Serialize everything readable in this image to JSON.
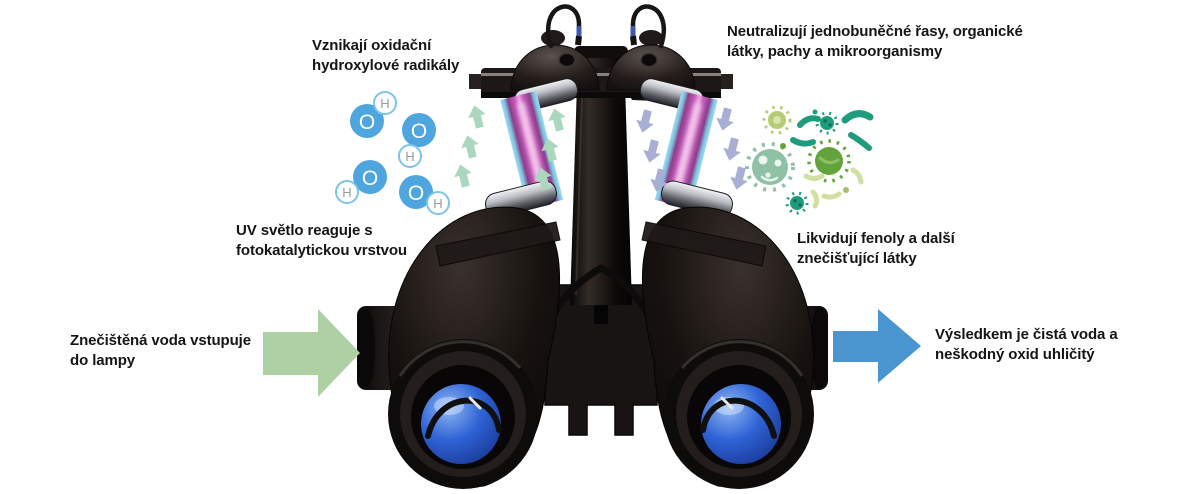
{
  "title": "UV photocatalytic pool lamp water purification infographic",
  "annotations": {
    "hydroxyl": {
      "line1": "Vznikají oxidační",
      "line2": "hydroxylové radikály"
    },
    "neutralize": {
      "line1": "Neutralizují jednobuněčné řasy, organické",
      "line2": "látky, pachy a mikroorganismy"
    },
    "uv_light": {
      "line1": "UV světlo reaguje s",
      "line2": "fotokatalytickou vrstvou"
    },
    "phenols": {
      "line1": "Likvidují fenoly a další",
      "line2": "znečišťující látky"
    },
    "inflow": {
      "line1": "Znečištěná voda vstupuje",
      "line2": "do lampy"
    },
    "outflow": {
      "line1": "Výsledkem je čistá voda a",
      "line2": "neškodný oxid uhličitý"
    }
  },
  "molecule": {
    "oxygen": "O",
    "hydrogen": "H"
  },
  "icons": {
    "inflow_arrow": "right-arrow-icon",
    "outflow_arrow": "right-arrow-icon",
    "uv_up_arrows": "up-arrow-icons",
    "uv_down_arrows": "down-arrow-icons",
    "molecules": "oh-radical-icons",
    "microbes": "microorganism-icons",
    "device": "uv-lamp-unit-photo"
  },
  "colors": {
    "inflow_arrow_green": "#aed0a5",
    "outflow_arrow_blue": "#4a94d0",
    "molecule_blue": "#4fa6de",
    "uv_glow_purple": "#b45ab0",
    "uv_glass_blue": "#a6dcf0",
    "mint_arrow": "#abd7bf",
    "lavender_arrow": "#a9aed4",
    "microbe_teal": "#1f9c7e",
    "microbe_green": "#63a33c",
    "microbe_lightgreen": "#b6cc72",
    "microbe_sage": "#8fc1a5",
    "microbe_pale": "#cfe0a0",
    "device_black": "#15100f",
    "lamp_cap_blue_dome": "#2f63d6"
  }
}
